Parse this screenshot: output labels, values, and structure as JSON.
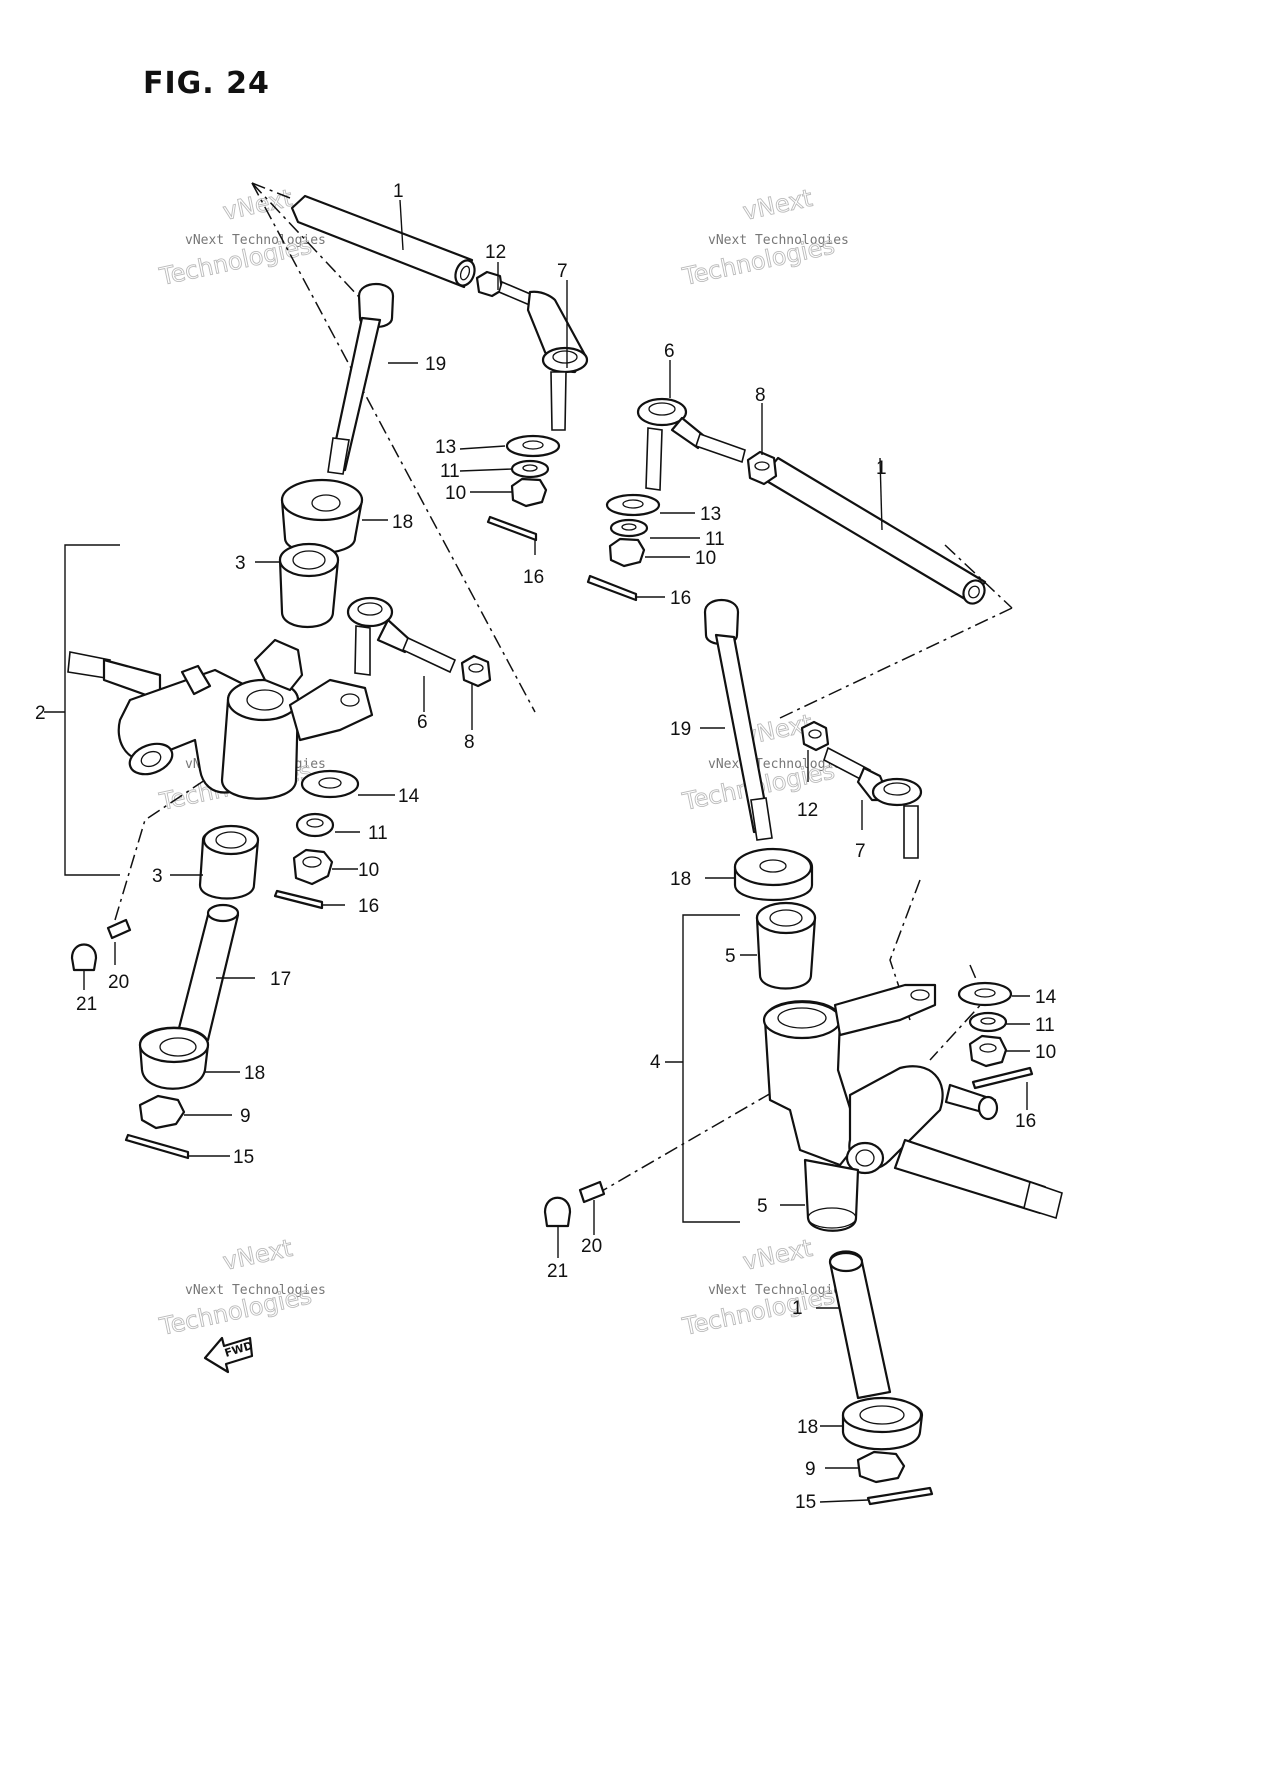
{
  "figure": {
    "title": "FIG. 24"
  },
  "watermark": {
    "line1": "vNext Technologies",
    "line2": "vNext",
    "line3": "Technologies"
  },
  "fwd_label": "FWD",
  "callouts": {
    "c1": "1",
    "c12": "12",
    "c7": "7",
    "c19": "19",
    "c6": "6",
    "c8": "8",
    "c13": "13",
    "c11": "11",
    "c10": "10",
    "c16": "16",
    "c18": "18",
    "c3": "3",
    "c2": "2",
    "c14": "14",
    "c20": "20",
    "c21": "21",
    "c17": "17",
    "c9": "9",
    "c15": "15",
    "c5": "5",
    "c4": "4",
    "r1": "1",
    "r6": "6",
    "r8": "8",
    "r13": "13",
    "r11": "11",
    "r10": "10",
    "r16": "16",
    "r19": "19",
    "r12": "12",
    "r7": "7",
    "r18": "18",
    "r5": "5",
    "r4": "4",
    "r14": "14",
    "r11b": "11",
    "r10b": "10",
    "r16b": "16",
    "r5b": "5",
    "r20": "20",
    "r21": "21",
    "r18b": "18",
    "r9": "9",
    "r15": "15",
    "l14": "14",
    "l11": "11",
    "l10": "10",
    "l16": "16",
    "l3": "3",
    "l18": "18",
    "l6": "6",
    "l8": "8"
  }
}
